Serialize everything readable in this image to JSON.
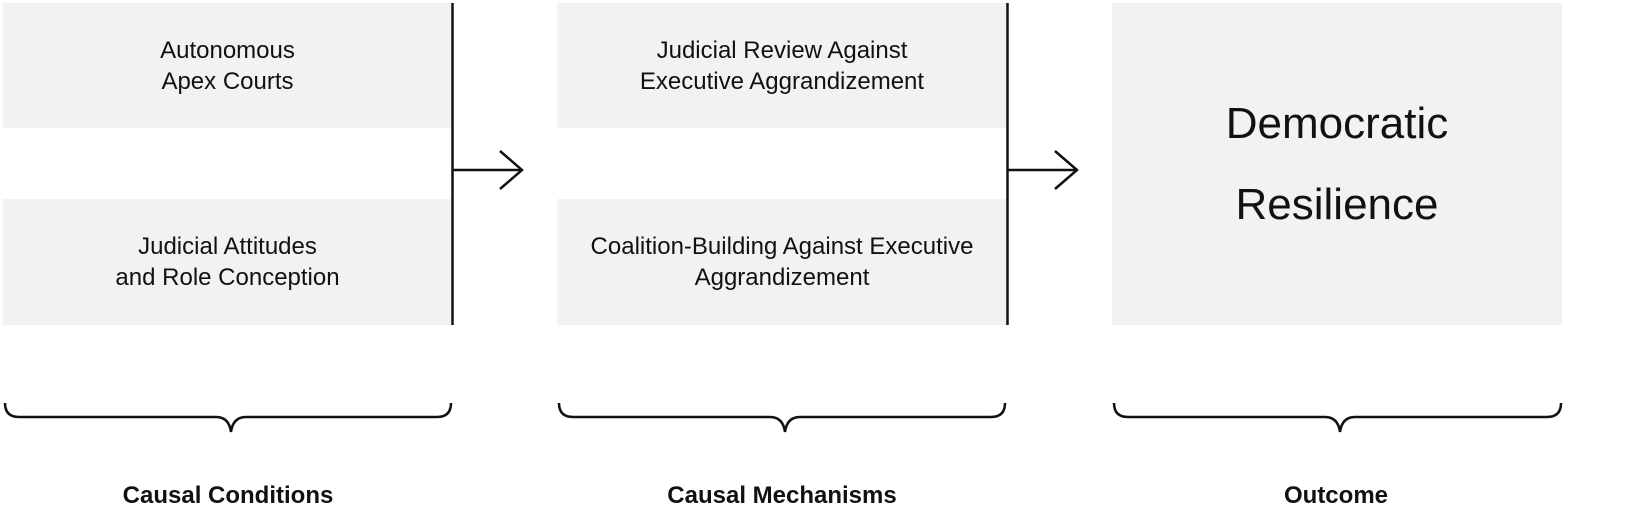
{
  "conditions": {
    "box1": [
      "Autonomous",
      "Apex Courts"
    ],
    "box2": [
      "Judicial Attitudes",
      "and Role Conception"
    ],
    "label": "Causal Conditions"
  },
  "mechanisms": {
    "box1": [
      "Judicial Review Against",
      "Executive Aggrandizement"
    ],
    "box2": [
      "Coalition-Building Against Executive",
      "Aggrandizement"
    ],
    "label": "Causal Mechanisms"
  },
  "outcome": {
    "box": [
      "Democratic",
      "Resilience"
    ],
    "label": "Outcome"
  }
}
